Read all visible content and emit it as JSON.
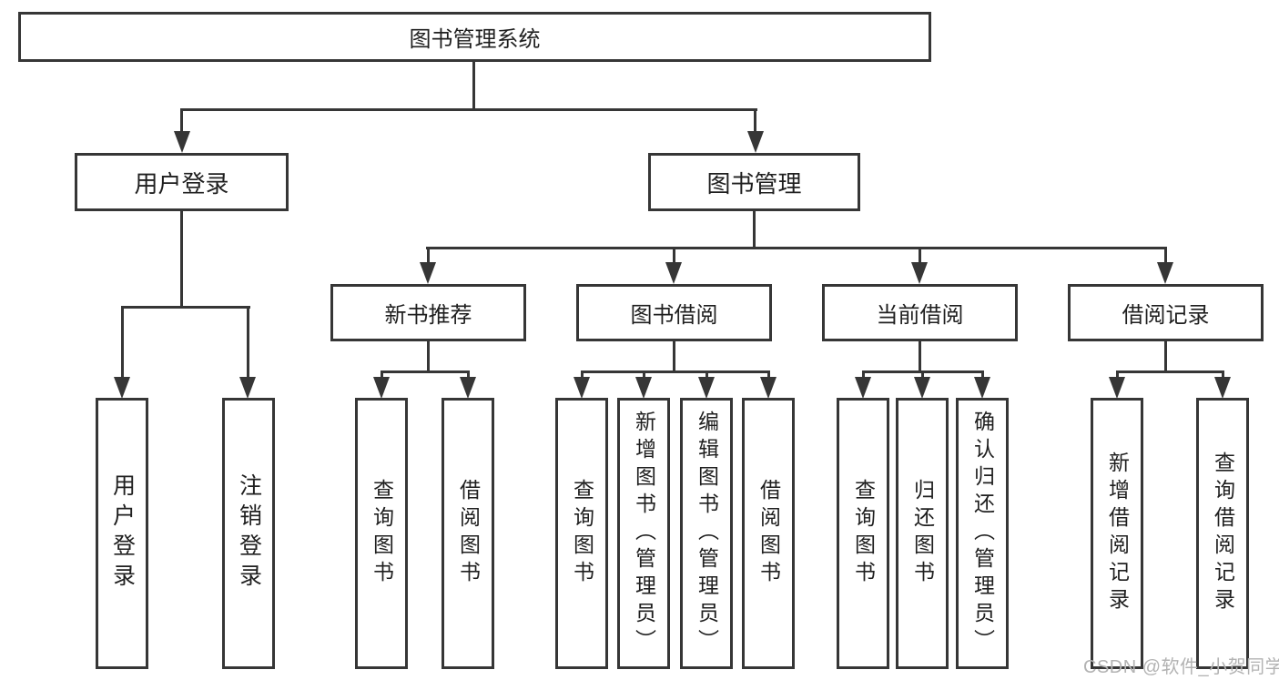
{
  "tree": {
    "root": {
      "label": "图书管理系统"
    },
    "branches": [
      {
        "label": "用户登录",
        "children": [
          "用户登录",
          "注销登录"
        ]
      },
      {
        "label": "图书管理",
        "groups": [
          {
            "label": "新书推荐",
            "children": [
              "查询图书",
              "借阅图书"
            ]
          },
          {
            "label": "图书借阅",
            "children": [
              "查询图书",
              "新增图书（管理员）",
              "编辑图书（管理员）",
              "借阅图书"
            ]
          },
          {
            "label": "当前借阅",
            "children": [
              "查询图书",
              "归还图书",
              "确认归还（管理员）"
            ]
          },
          {
            "label": "借阅记录",
            "children": [
              "新增借阅记录",
              "查询借阅记录"
            ]
          }
        ]
      }
    ]
  },
  "watermark": {
    "text": "CSDN @软件_小贺同学"
  },
  "colors": {
    "line": "#363636",
    "text": "#1f1f1f",
    "watermark": "#b3b3b3"
  }
}
